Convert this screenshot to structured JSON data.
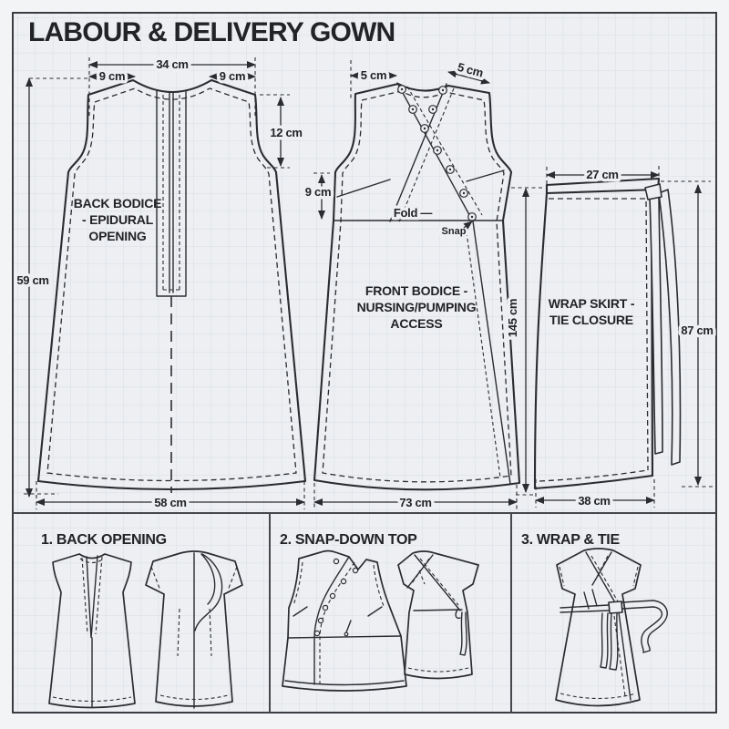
{
  "page": {
    "title": "LABOUR & DELIVERY GOWN"
  },
  "pieces": {
    "back_bodice": {
      "label_lines": [
        "BACK BODICE",
        "- EPIDURAL",
        "OPENING"
      ],
      "dims": {
        "top_width": "34 cm",
        "shoulder_left": "9 cm",
        "shoulder_right": "9 cm",
        "armhole_depth": "12 cm",
        "side_length": "59 cm",
        "hem_width": "58 cm"
      }
    },
    "front_bodice": {
      "label_lines": [
        "FRONT BODICE -",
        "NURSING/PUMPING",
        "ACCESS"
      ],
      "dims": {
        "shoulder_left": "5 cm",
        "shoulder_right": "5 cm",
        "underarm_depth": "9 cm",
        "length": "145 cm",
        "hem_width": "73 cm"
      },
      "annotations": {
        "fold": "Fold —",
        "snap": "Snap"
      }
    },
    "wrap_skirt": {
      "label_lines": [
        "WRAP SKIRT -",
        "TIE CLOSURE"
      ],
      "dims": {
        "top_width": "27 cm",
        "side_length": "87 cm",
        "hem_width": "38 cm"
      }
    }
  },
  "steps": [
    {
      "label": "1. BACK OPENING"
    },
    {
      "label": "2. SNAP-DOWN TOP"
    },
    {
      "label": "3. WRAP & TIE"
    }
  ],
  "colors": {
    "line": "#2b2c31",
    "paper": "#edeff2",
    "grid": "#d9dde3",
    "frame": "#3c3d42"
  }
}
